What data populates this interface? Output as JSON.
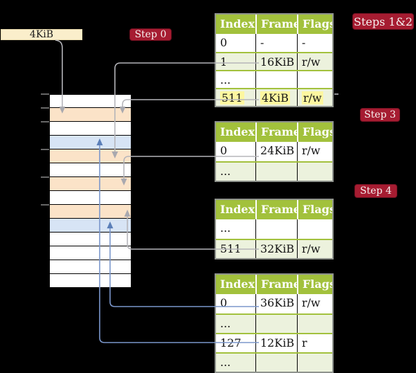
{
  "diagram": {
    "legend_box": {
      "label": "4KiB"
    },
    "badges": {
      "step0": {
        "label": "Step 0"
      },
      "steps12": {
        "label": "Steps 1&2"
      },
      "step3": {
        "label": "Step 3"
      },
      "step4": {
        "label": "Step 4"
      }
    },
    "memory": {
      "rows": [
        {
          "kind": "free"
        },
        {
          "kind": "table"
        },
        {
          "kind": "free"
        },
        {
          "kind": "page"
        },
        {
          "kind": "table"
        },
        {
          "kind": "free"
        },
        {
          "kind": "table"
        },
        {
          "kind": "free"
        },
        {
          "kind": "table"
        },
        {
          "kind": "page"
        },
        {
          "kind": "free"
        },
        {
          "kind": "free"
        },
        {
          "kind": "free"
        },
        {
          "kind": "free"
        }
      ]
    },
    "tables": [
      {
        "headers": [
          "Index",
          "Frame",
          "Flags"
        ],
        "rows": [
          [
            "0",
            "-",
            "-"
          ],
          [
            "1",
            "16KiB",
            "r/w"
          ],
          [
            "...",
            "",
            ""
          ],
          [
            "511",
            "4KiB",
            "r/w"
          ]
        ],
        "highlight_row": 3
      },
      {
        "headers": [
          "Index",
          "Frame",
          "Flags"
        ],
        "rows": [
          [
            "0",
            "24KiB",
            "r/w"
          ],
          [
            "...",
            "",
            ""
          ]
        ],
        "highlight_row": -1
      },
      {
        "headers": [
          "Index",
          "Frame",
          "Flags"
        ],
        "rows": [
          [
            "...",
            "",
            ""
          ],
          [
            "511",
            "32KiB",
            "r/w"
          ]
        ],
        "highlight_row": -1
      },
      {
        "headers": [
          "Index",
          "Frame",
          "Flags"
        ],
        "rows": [
          [
            "0",
            "36KiB",
            "r/w"
          ],
          [
            "...",
            "",
            ""
          ],
          [
            "127",
            "12KiB",
            "r"
          ],
          [
            "...",
            "",
            ""
          ]
        ],
        "highlight_row": -1
      }
    ],
    "colors": {
      "background": "#000000",
      "table_header_bg": "#a2c13c",
      "table_row_alt_bg": "#ecf2dd",
      "frame_free": "#ffffff",
      "frame_page_table": "#fbe3c8",
      "frame_mapped_page": "#d7e4f5",
      "legend_bg": "#faeecb",
      "highlight": "#fdf7a0",
      "badge_bg": "#a61c31",
      "arrow_gray": "#b5b5ba",
      "arrow_blue": "#7b97cc"
    }
  }
}
